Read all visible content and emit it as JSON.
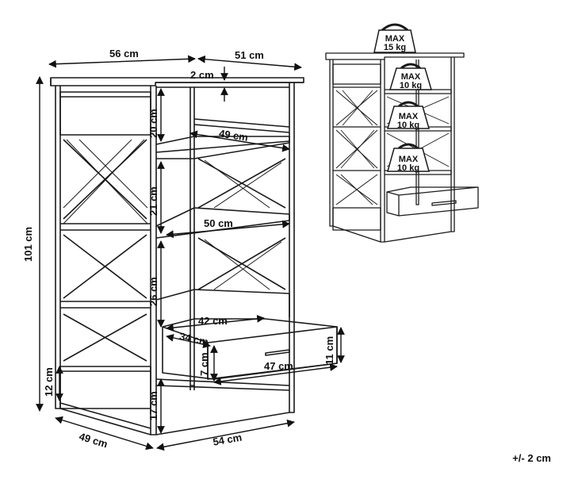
{
  "colors": {
    "line": "#1a1a1a",
    "paper": "#ffffff"
  },
  "dimensions": {
    "top_width": "56 cm",
    "top_depth": "51 cm",
    "top_thickness": "2 cm",
    "height_total": "101 cm",
    "section_top": "20 cm",
    "section_middle": "21 cm",
    "section_lower": "26 cm",
    "section_base": "17 cm",
    "bottom_panel": "12 cm",
    "shelf_1_depth": "49 cm",
    "shelf_2_depth": "50 cm",
    "shelf_3_depth": "42 cm",
    "drawer_depth": "34 cm",
    "drawer_width": "47 cm",
    "drawer_height": "11 cm",
    "drawer_front_offset": "7 cm",
    "base_depth": "49 cm",
    "base_width": "54 cm"
  },
  "load": {
    "top": {
      "max": "MAX",
      "weight": "15 kg"
    },
    "shelf_1": {
      "max": "MAX",
      "weight": "10 kg"
    },
    "shelf_2": {
      "max": "MAX",
      "weight": "10 kg"
    },
    "shelf_3": {
      "max": "MAX",
      "weight": "10 kg"
    }
  },
  "tolerance": "+/- 2 cm"
}
